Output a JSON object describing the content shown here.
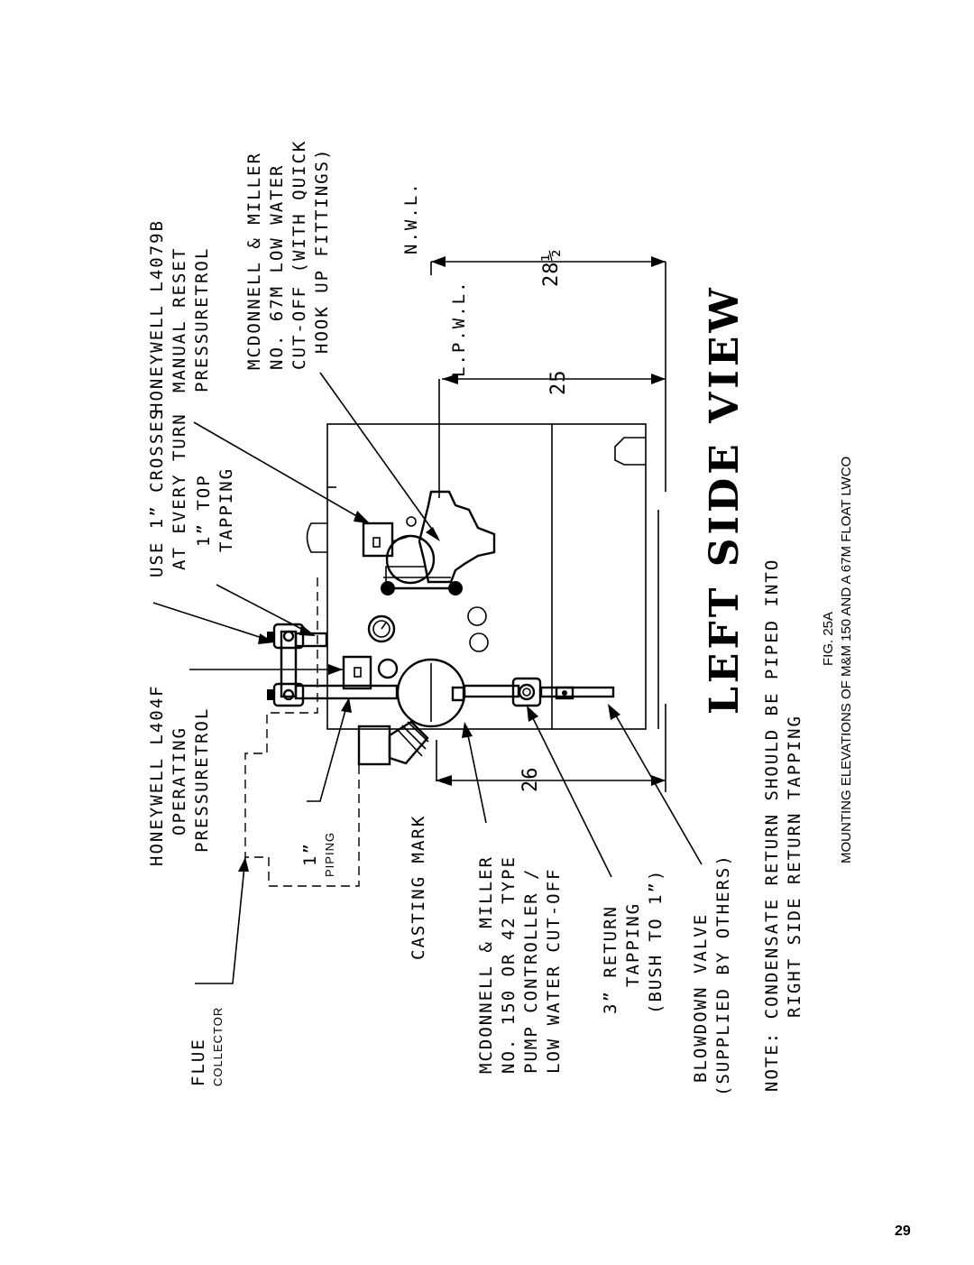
{
  "figure": {
    "title": "LEFT SIDE VIEW",
    "caption_fig": "FIG. 25A",
    "caption_text": "MOUNTING ELEVATIONS OF M&M 150 AND A 67M FLOAT LWCO",
    "page_number": "29"
  },
  "labels": {
    "flue": {
      "line1": "FLUE",
      "line2": "COLLECTOR"
    },
    "l404f": {
      "line1": "HONEYWELL L404F",
      "line2": "OPERATING",
      "line3": "PRESSURETROL"
    },
    "crosses": {
      "line1": "USE 1” CROSSES",
      "line2": "AT EVERY TURN"
    },
    "top_tapping": {
      "line1": "1” TOP",
      "line2": "TAPPING"
    },
    "l4079b": {
      "line1": "HONEYWELL L4079B",
      "line2": "MANUAL RESET",
      "line3": "PRESSURETROL"
    },
    "mm67m": {
      "line1": "MCDONNELL & MILLER",
      "line2": "NO. 67M LOW WATER",
      "line3": "CUT-OFF (WITH QUICK",
      "line4": "HOOK UP FITTINGS)"
    },
    "piping": {
      "line1": "1”",
      "line2": "PIPING"
    },
    "casting_mark": "CASTING MARK",
    "mm150": {
      "line1": "MCDONNELL & MILLER",
      "line2": "NO. 150 OR 42 TYPE",
      "line3": "PUMP CONTROLLER /",
      "line4": "LOW WATER CUT-OFF"
    },
    "return_tapping": {
      "line1": "3” RETURN",
      "line2": "TAPPING",
      "line3": "(BUSH TO 1”)"
    },
    "blowdown": {
      "line1": "BLOWDOWN VALVE",
      "line2": "(SUPPLIED BY OTHERS)"
    },
    "note": {
      "line1": "NOTE: CONDENSATE RETURN SHOULD BE PIPED INTO",
      "line2": "RIGHT SIDE RETURN TAPPING"
    }
  },
  "dimensions": {
    "nwl": "N.W.L.",
    "lpwl": "L.P.W.L.",
    "dim_nwl": "28½",
    "dim_lpwl": "25",
    "dim_casting": "26"
  }
}
